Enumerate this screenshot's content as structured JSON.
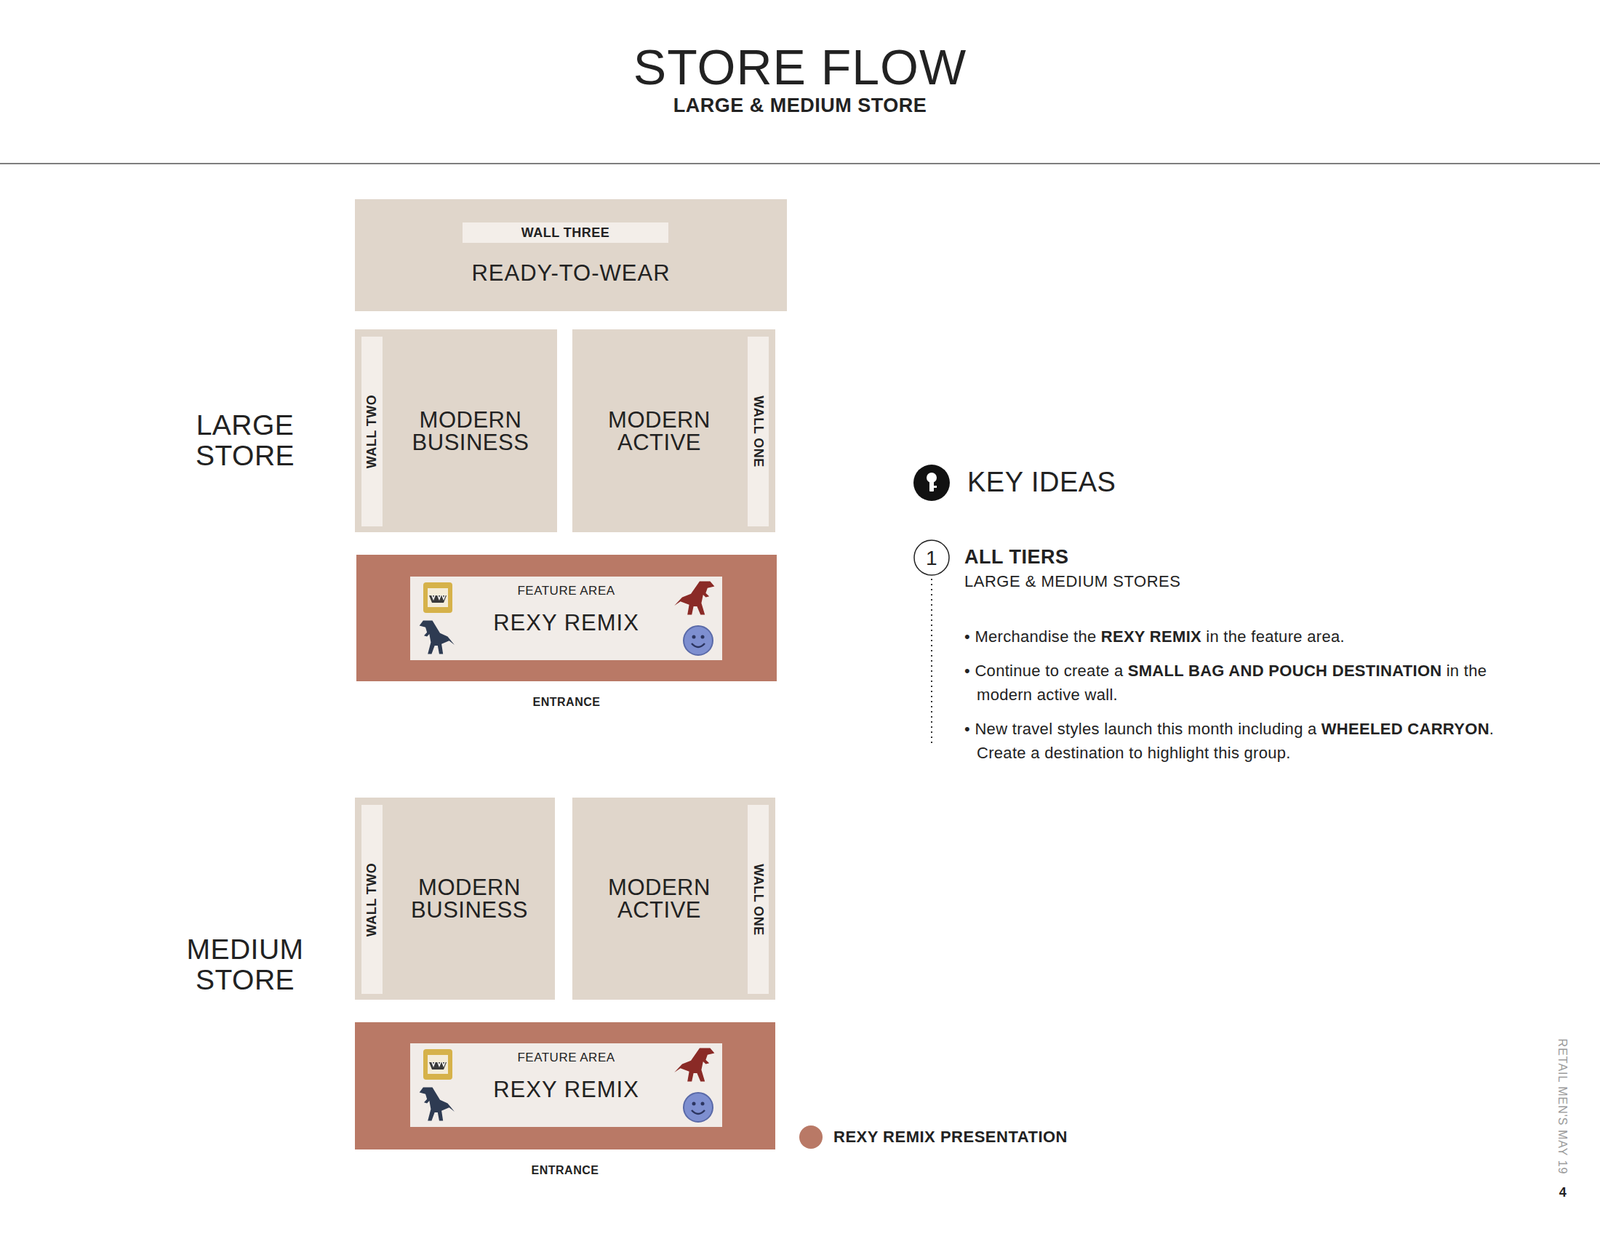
{
  "diagram": {
    "title": "STORE FLOW",
    "nodes": [
      {
        "text": [
          "READY-TO-WEAR"
        ]
      },
      {
        "text": [
          "WALL THREE"
        ],
        "in": 0
      },
      {
        "text": [
          "MODERN BUSINESS"
        ]
      },
      {
        "text": [
          "WALL TWO"
        ],
        "in": 2
      },
      {
        "text": [
          "MODERN ACTIVE"
        ]
      },
      {
        "text": [
          "WALL ONE"
        ],
        "in": 4
      },
      {
        "text": [
          "ENTRANCE"
        ]
      },
      {
        "text": [
          "FEATURE AREA",
          "REXY REMIX"
        ],
        "in": 6
      },
      {
        "text": [
          "MODERN BUSINESS"
        ]
      },
      {
        "text": [
          "WALL TWO"
        ],
        "in": 8
      },
      {
        "text": [
          "MODERN ACTIVE"
        ]
      },
      {
        "text": [
          "WALL ONE"
        ],
        "in": 10
      },
      {
        "text": [
          "ENTRANCE"
        ]
      },
      {
        "text": [
          "FEATURE AREA",
          "REXY REMIX"
        ],
        "in": 12
      }
    ],
    "labels": [
      "LARGE & MEDIUM STORE",
      "LARGE STORE",
      "MEDIUM STORE",
      "KEY IDEAS",
      "1",
      "ALL TIERS",
      "LARGE & MEDIUM STORES",
      "• Merchandise the",
      "REXY REMIX",
      "in the feature area.",
      "• Continue to create a",
      "SMALL BAG AND POUCH DESTINATION",
      "in the modern active wall.",
      "• New travel styles launch this month including a",
      "WHEELED CARRYON",
      ". Create a destination to highlight this group.",
      "RETAIL MEN'S MAY 19",
      "4"
    ],
    "legend": [
      {
        "text": "REXY REMIX PRESENTATION",
        "color": "#b97966"
      }
    ]
  }
}
